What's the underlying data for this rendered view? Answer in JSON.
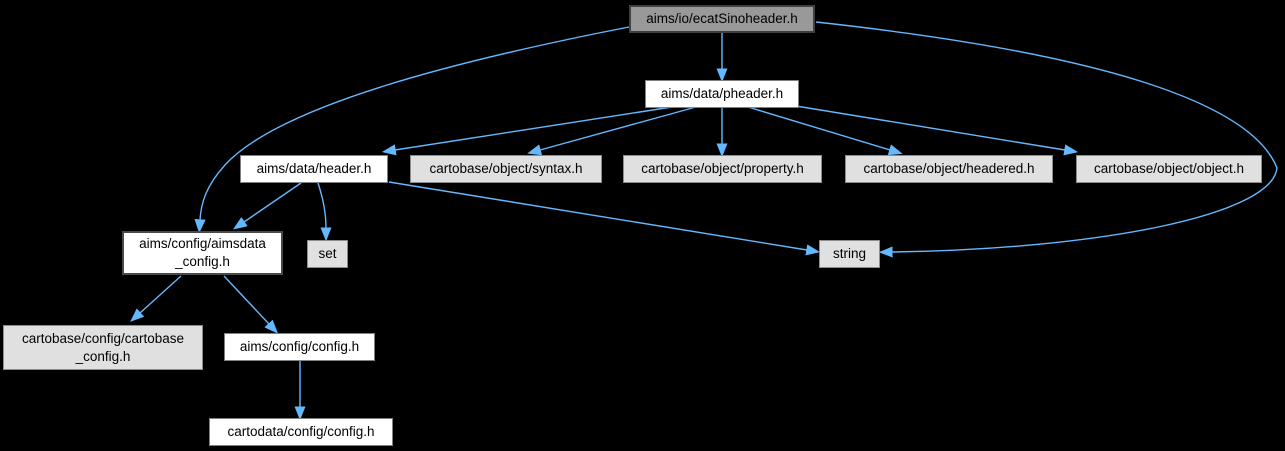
{
  "graph": {
    "kind": "doxygen-include-dependency-graph",
    "background_color": "#000000",
    "edge_color": "#63b8ff",
    "node_fill_linked": "#ffffff",
    "node_fill_plain": "#e0e0e0",
    "node_fill_current": "#999999",
    "nodes": {
      "ecatsinoheader": {
        "label": "aims/io/ecatSinoheader.h",
        "type": "current"
      },
      "pheader": {
        "label": "aims/data/pheader.h",
        "type": "linked"
      },
      "header": {
        "label": "aims/data/header.h",
        "type": "linked"
      },
      "syntax": {
        "label": "cartobase/object/syntax.h",
        "type": "plain"
      },
      "property": {
        "label": "cartobase/object/property.h",
        "type": "plain"
      },
      "headered": {
        "label": "cartobase/object/headered.h",
        "type": "plain"
      },
      "object": {
        "label": "cartobase/object/object.h",
        "type": "plain"
      },
      "aimsdata_config": {
        "label": "aims/config/aimsdata\n_config.h",
        "type": "linked"
      },
      "set": {
        "label": "set",
        "type": "plain"
      },
      "string": {
        "label": "string",
        "type": "plain"
      },
      "cartobase_config": {
        "label": "cartobase/config/cartobase\n_config.h",
        "type": "plain"
      },
      "aims_config": {
        "label": "aims/config/config.h",
        "type": "linked"
      },
      "cartodata_config": {
        "label": "cartodata/config/config.h",
        "type": "linked"
      }
    },
    "edges": [
      {
        "from": "aims/io/ecatSinoheader.h",
        "to": "aims/data/pheader.h"
      },
      {
        "from": "aims/io/ecatSinoheader.h",
        "to": "aims/config/aimsdata_config.h"
      },
      {
        "from": "aims/io/ecatSinoheader.h",
        "to": "string"
      },
      {
        "from": "aims/data/pheader.h",
        "to": "aims/data/header.h"
      },
      {
        "from": "aims/data/pheader.h",
        "to": "cartobase/object/syntax.h"
      },
      {
        "from": "aims/data/pheader.h",
        "to": "cartobase/object/property.h"
      },
      {
        "from": "aims/data/pheader.h",
        "to": "cartobase/object/headered.h"
      },
      {
        "from": "aims/data/pheader.h",
        "to": "cartobase/object/object.h"
      },
      {
        "from": "aims/data/header.h",
        "to": "aims/config/aimsdata_config.h"
      },
      {
        "from": "aims/data/header.h",
        "to": "set"
      },
      {
        "from": "aims/data/header.h",
        "to": "string"
      },
      {
        "from": "aims/config/aimsdata_config.h",
        "to": "cartobase/config/cartobase_config.h"
      },
      {
        "from": "aims/config/aimsdata_config.h",
        "to": "aims/config/config.h"
      },
      {
        "from": "aims/config/config.h",
        "to": "cartodata/config/config.h"
      }
    ]
  }
}
